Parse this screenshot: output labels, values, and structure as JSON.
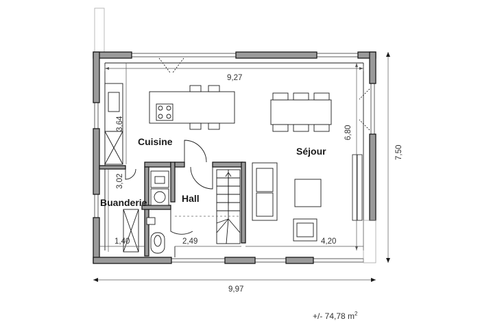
{
  "rooms": {
    "cuisine": "Cuisine",
    "sejour": "Séjour",
    "buanderie": "Buanderie",
    "hall": "Hall"
  },
  "dimensions": {
    "top_width": "9,27",
    "overall_width": "9,97",
    "overall_height": "7,50",
    "sejour_height": "6,80",
    "kitchen_height": "3,64",
    "buanderie_height": "3,02",
    "buanderie_width": "1,40",
    "hall_width": "2,49",
    "sejour_width": "4,20"
  },
  "surface": {
    "label": "+/- 74,78 m",
    "unit_exponent": "2"
  }
}
